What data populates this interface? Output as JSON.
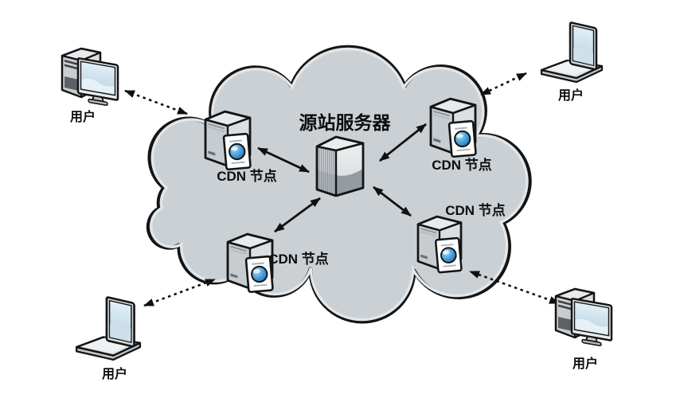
{
  "diagram": {
    "type": "cdn-architecture",
    "labels": {
      "origin_server": "源站服务器",
      "cdn_node": "CDN 节点",
      "user": "用户"
    },
    "nodes": [
      {
        "id": "origin-server",
        "label": "源站服务器",
        "kind": "server"
      },
      {
        "id": "cdn-left",
        "label": "CDN 节点",
        "kind": "cdn-server"
      },
      {
        "id": "cdn-right",
        "label": "CDN 节点",
        "kind": "cdn-server"
      },
      {
        "id": "cdn-bottom-left",
        "label": "CDN 节点",
        "kind": "cdn-server"
      },
      {
        "id": "cdn-bottom-right",
        "label": "CDN 节点",
        "kind": "cdn-server"
      },
      {
        "id": "user-top-left",
        "label": "用户",
        "kind": "desktop-computer"
      },
      {
        "id": "user-top-right",
        "label": "用户",
        "kind": "laptop"
      },
      {
        "id": "user-bottom-left",
        "label": "用户",
        "kind": "laptop"
      },
      {
        "id": "user-bottom-right",
        "label": "用户",
        "kind": "desktop-computer"
      }
    ],
    "connections": [
      {
        "from": "cdn-left",
        "to": "origin-server",
        "style": "solid",
        "bidirectional": true
      },
      {
        "from": "cdn-right",
        "to": "origin-server",
        "style": "solid",
        "bidirectional": true
      },
      {
        "from": "cdn-bottom-left",
        "to": "origin-server",
        "style": "solid",
        "bidirectional": true
      },
      {
        "from": "cdn-bottom-right",
        "to": "origin-server",
        "style": "solid",
        "bidirectional": true
      },
      {
        "from": "user-top-left",
        "to": "cdn-left",
        "style": "dashed",
        "bidirectional": true
      },
      {
        "from": "user-top-right",
        "to": "cdn-right",
        "style": "dashed",
        "bidirectional": true
      },
      {
        "from": "user-bottom-left",
        "to": "cdn-bottom-left",
        "style": "dashed",
        "bidirectional": true
      },
      {
        "from": "user-bottom-right",
        "to": "cdn-bottom-right",
        "style": "dashed",
        "bidirectional": true
      }
    ],
    "colors": {
      "cloud_fill": "#cbd0d4",
      "outline": "#141414",
      "globe_blue": "#2a83cc",
      "screen_blue": "#cfe3ef",
      "device_gray": "#c9cdd1"
    }
  }
}
